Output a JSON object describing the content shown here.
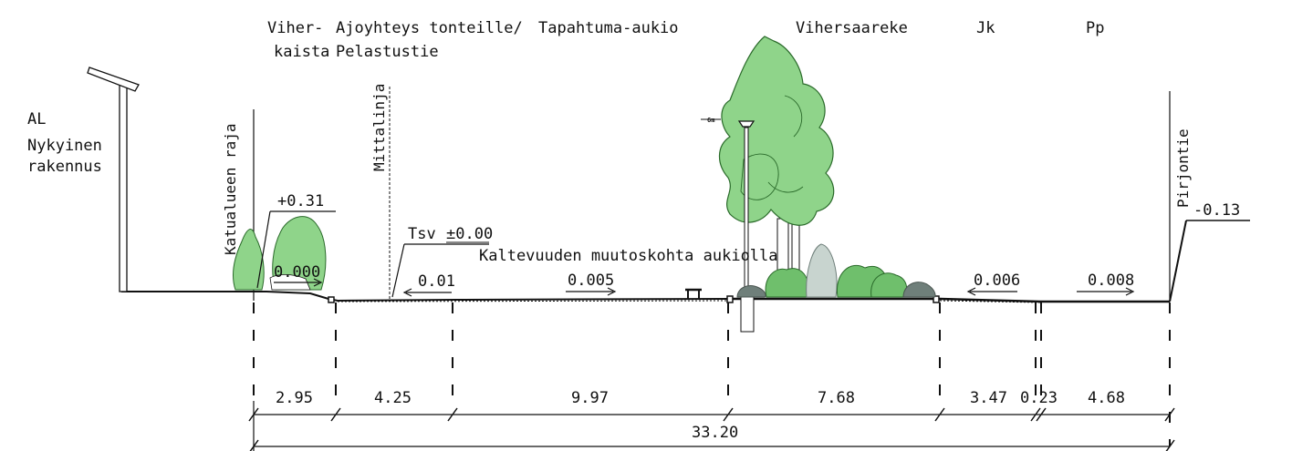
{
  "zones": {
    "viherkaista": [
      "Viher-",
      "kaista"
    ],
    "ajoyhteys": [
      "Ajoyhteys tonteille/",
      "Pelastustie"
    ],
    "tapahtuma": "Tapahtuma-aukio",
    "vihersaareke": "Vihersaareke",
    "jk": "Jk",
    "pp": "Pp"
  },
  "left_label": {
    "al": "AL",
    "line1": "Nykyinen",
    "line2": "rakennus"
  },
  "vertical_labels": {
    "katualue": "Katualueen raja",
    "mittalinja": "Mittalinja",
    "pirjontie": "Pirjontie"
  },
  "elevations": {
    "plus031": "+0.31",
    "tsv_prefix": "Tsv",
    "tsv_value": "±0.00",
    "minus013": "-0.13"
  },
  "slopes": {
    "green": "0.000",
    "road": "0.01",
    "square": "0.005",
    "jk": "0.006",
    "pp": "0.008"
  },
  "notes": {
    "kaltevuus": "Kaltevuuden muutoskohta aukiolla",
    "tree_height": "6m"
  },
  "dimensions": [
    "2.95",
    "4.25",
    "9.97",
    "7.68",
    "3.47",
    "0.23",
    "4.68"
  ],
  "total_width": "33.20",
  "colors": {
    "line": "#111111",
    "tree_fill": "#8fd48a",
    "tree_stroke": "#2a6a2a",
    "shrub_fill": "#6fbf6c",
    "grey_shrub": "#6f7f7a"
  }
}
